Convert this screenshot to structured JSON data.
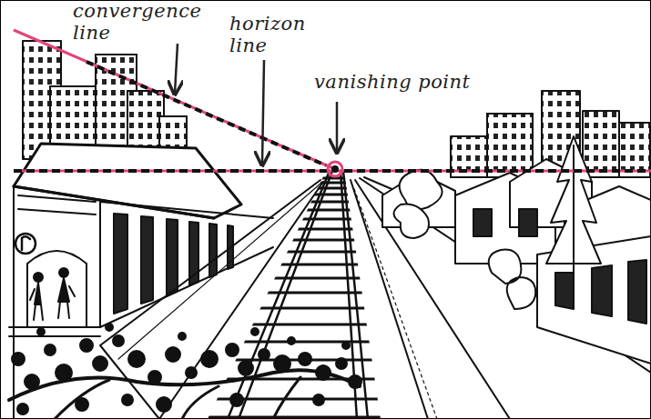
{
  "diagram": {
    "labels": [
      "convergence line",
      "horizon line",
      "vanishing point"
    ]
  }
}
